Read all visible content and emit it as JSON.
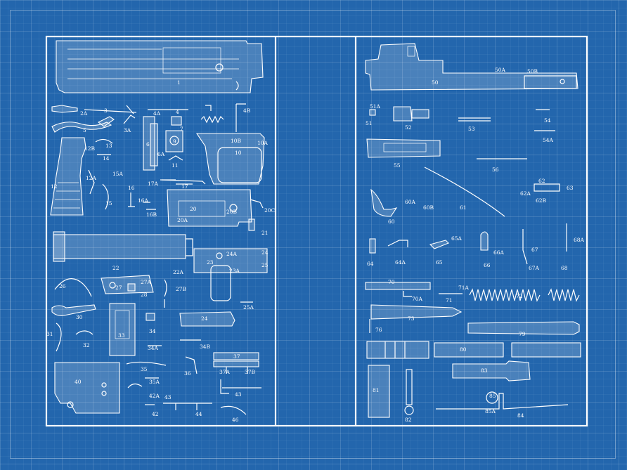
{
  "colors": {
    "background": "#2366ad",
    "ink": "#ffffff"
  },
  "labels": {
    "l1": "1",
    "l2a": "2A",
    "l3": "3",
    "l3a": "3A",
    "l4": "4",
    "l4a": "4A",
    "l4b": "4B",
    "l5": "5",
    "l6": "6",
    "l6a": "6A",
    "l7": "7",
    "l9": "9",
    "l10": "10",
    "l10a": "10A",
    "l10b": "10B",
    "l11": "11",
    "l12": "12",
    "l12a": "12A",
    "l12b": "12B",
    "l13": "13",
    "l14": "14",
    "l15": "15",
    "l15a": "15A",
    "l16": "16",
    "l16a": "16A",
    "l16b": "16B",
    "l17": "17",
    "l17a": "17A",
    "l20": "20",
    "l20a": "20A",
    "l20b": "20B",
    "l20c": "20C",
    "l21": "21",
    "l22": "22",
    "l22a": "22A",
    "l23": "23",
    "l23a": "23A",
    "l24": "24",
    "l24r": "24",
    "l24a": "24A",
    "l25": "25",
    "l25a": "25A",
    "l26": "26",
    "l27": "27",
    "l27a": "27A",
    "l27b": "27B",
    "l28": "28",
    "l30": "30",
    "l31": "31",
    "l32": "32",
    "l33": "33",
    "l34": "34",
    "l34a": "34A",
    "l34b": "34B",
    "l35": "35",
    "l35a": "35A",
    "l36": "36",
    "l37": "37",
    "l37a": "37A",
    "l37b": "37B",
    "l40": "40",
    "l42": "42",
    "l42a": "42A",
    "l43": "43",
    "l43b": "43",
    "l44": "44",
    "l46": "46",
    "l50": "50",
    "l50a": "50A",
    "l50b": "50B",
    "l51": "51",
    "l51a": "51A",
    "l52": "52",
    "l53": "53",
    "l54": "54",
    "l54a": "54A",
    "l55": "55",
    "l56": "56",
    "l60": "60",
    "l60a": "60A",
    "l60b": "60B",
    "l61": "61",
    "l62": "62",
    "l62a": "62A",
    "l62b": "62B",
    "l63": "63",
    "l64": "64",
    "l64a": "64A",
    "l65": "65",
    "l65a": "65A",
    "l66": "66",
    "l66a": "66A",
    "l67": "67",
    "l67a": "67A",
    "l68": "68",
    "l68a": "68A",
    "l70": "70",
    "l70a": "70A",
    "l71": "71",
    "l71a": "71A",
    "l72": "72",
    "l73": "73",
    "l76": "76",
    "l79": "79",
    "l80": "80",
    "l81": "81",
    "l82": "82",
    "l83": "83",
    "l84": "84",
    "l85": "85",
    "l85a": "85A"
  }
}
